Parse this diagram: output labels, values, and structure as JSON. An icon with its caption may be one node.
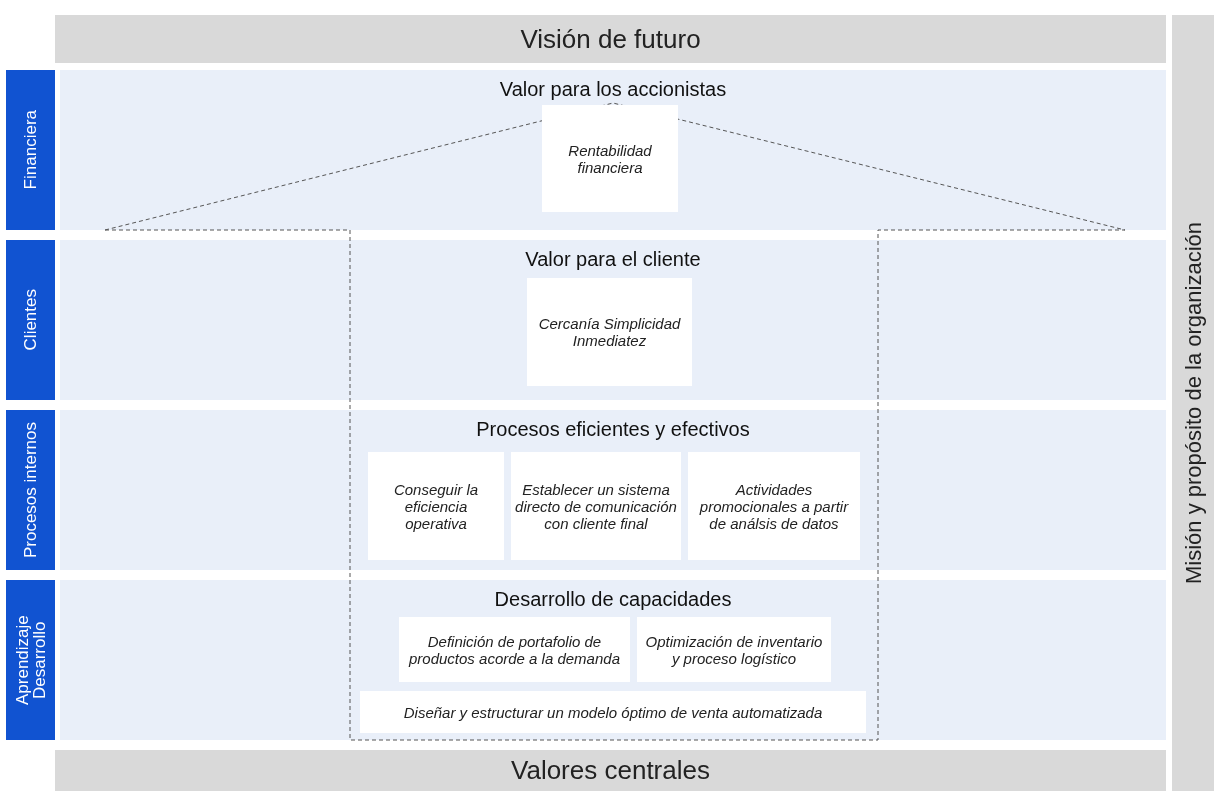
{
  "diagram": {
    "nodes": [
      {
        "text": [
          "Visión de futuro"
        ]
      },
      {
        "text": [
          "Financiera"
        ]
      },
      {
        "text": [
          "Valor para los accionistas"
        ]
      },
      {
        "text": [
          "Rentabilidad financiera"
        ],
        "in": 2
      },
      {
        "text": [
          "Clientes"
        ]
      },
      {
        "text": [
          "Valor para el cliente"
        ]
      },
      {
        "text": [
          "Cercanía Simplicidad Inmediatez"
        ],
        "in": 5
      },
      {
        "text": [
          "Procesos internos"
        ]
      },
      {
        "text": [
          "Procesos eficientes y efectivos"
        ]
      },
      {
        "text": [
          "Conseguir la eficiencia operativa"
        ],
        "in": 8
      },
      {
        "text": [
          "Establecer un sistema directo de comunicación con cliente final"
        ],
        "in": 8
      },
      {
        "text": [
          "Actividades promocionales a partir de análsis de datos"
        ],
        "in": 8
      },
      {
        "text": [
          "Aprendizaje Desarrollo"
        ]
      },
      {
        "text": [
          "Desarrollo de capacidades"
        ]
      },
      {
        "text": [
          "Definición de portafolio de productos acorde a la demanda"
        ],
        "in": 13
      },
      {
        "text": [
          "Optimización de inventario y proceso logístico"
        ],
        "in": 13
      },
      {
        "text": [
          "Diseñar y estructurar un modelo óptimo de venta automatizada"
        ],
        "in": 13
      },
      {
        "text": [
          "Valores centrales"
        ]
      },
      {
        "text": [
          "Misión y propósito de la organización"
        ]
      }
    ]
  }
}
